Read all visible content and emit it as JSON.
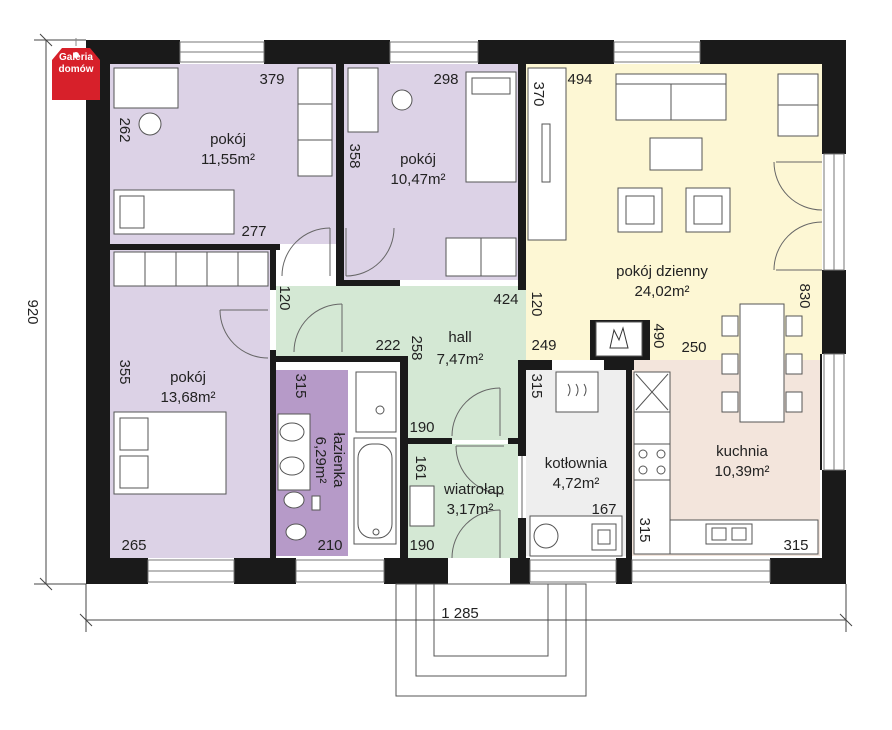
{
  "logo": {
    "line1": "Galeria",
    "line2": "domów",
    "color": "#d7202a"
  },
  "colors": {
    "bedroom": "#dcd2e6",
    "bathroom": "#b69ac8",
    "hall": "#d4e8d4",
    "living": "#fdf7d4",
    "kitchen": "#f3e5dc",
    "boiler": "#eeeeee",
    "wall": "#1a1a1a"
  },
  "rooms": {
    "bedroom1": {
      "name": "pokój",
      "area": "11,55m²"
    },
    "bedroom2": {
      "name": "pokój",
      "area": "10,47m²"
    },
    "bedroom3": {
      "name": "pokój",
      "area": "13,68m²"
    },
    "living": {
      "name": "pokój dzienny",
      "area": "24,02m²"
    },
    "hall": {
      "name": "hall",
      "area": "7,47m²"
    },
    "bathroom": {
      "name": "łazienka",
      "area": "6,29m²"
    },
    "windbreak": {
      "name": "wiatrołap",
      "area": "3,17m²"
    },
    "boiler": {
      "name": "kotłownia",
      "area": "4,72m²"
    },
    "kitchen": {
      "name": "kuchnia",
      "area": "10,39m²"
    }
  },
  "dimensions": {
    "d379": "379",
    "d262": "262",
    "d277": "277",
    "d298": "298",
    "d358": "358",
    "d370": "370",
    "d494": "494",
    "d424": "424",
    "d120a": "120",
    "d120b": "120",
    "d222": "222",
    "d258": "258",
    "d249": "249",
    "d490": "490",
    "d250": "250",
    "d830": "830",
    "d355": "355",
    "d315a": "315",
    "d190a": "190",
    "d161": "161",
    "d190b": "190",
    "d315b": "315",
    "d167": "167",
    "d210": "210",
    "d265": "265",
    "d315c": "315",
    "d315d": "315",
    "total_width": "1 285",
    "total_height": "920"
  }
}
